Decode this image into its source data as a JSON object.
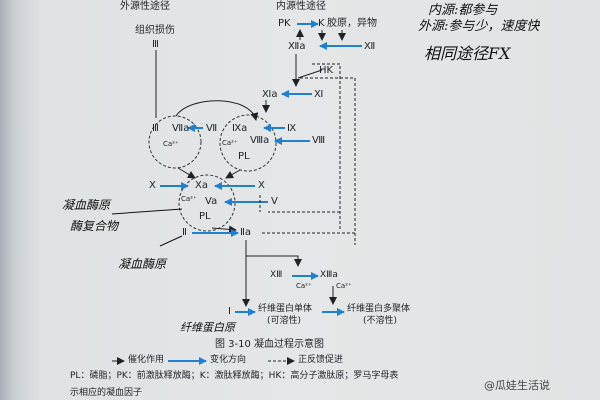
{
  "headings": {
    "extrinsic": "外源性途径",
    "intrinsic": "内源性途径",
    "tissue_damage": "组织损伤"
  },
  "factors": {
    "iii": "Ⅲ",
    "pk": "PK",
    "k": "K",
    "collagen": "胶原，异物",
    "xiia": "Ⅻa",
    "xii": "Ⅻ",
    "hk": "HK",
    "xia": "Ⅺa",
    "xi": "Ⅺ",
    "viia": "Ⅶa",
    "vii": "Ⅶ",
    "ixa": "Ⅸa",
    "ix": "Ⅸ",
    "viiia": "Ⅷa",
    "viii": "Ⅷ",
    "x_left": "X",
    "xa": "Xa",
    "x_right": "X",
    "va": "Va",
    "v": "V",
    "ii": "Ⅱ",
    "iia": "Ⅱa",
    "xiii": "ⅩⅢ",
    "xiiia": "ⅩⅢa",
    "i": "Ⅰ",
    "ca1": "Ca²⁺",
    "ca2": "Ca²⁺",
    "ca3": "Ca²⁺",
    "ca4": "Ca²⁺",
    "ca5": "Ca²⁺",
    "pl1": "PL",
    "pl2": "PL"
  },
  "products": {
    "fibrin_monomer": "纤维蛋白单体",
    "soluble": "(可溶性)",
    "fibrin_polymer": "纤维蛋白多聚体",
    "insoluble": "(不溶性)"
  },
  "caption": "图 3-10  凝血过程示意图",
  "legend": {
    "catalysis": "催化作用",
    "change": "变化方向",
    "feedback": "正反馈促进"
  },
  "abbreviations": "PL：磷脂；PK：前激肽释放酶；K：激肽释放酶；HK：高分子激肽原；罗马字母表",
  "bottom_cut": "示相应的凝血因子",
  "handwriting": {
    "note1": "内源:都参与",
    "note2": "外源:参与少，速度快",
    "note3": "相同途径FX",
    "prothrombinase": "凝血酶原",
    "complex": "酶复合物",
    "prothrombin": "凝血酶原",
    "fibrinogen": "纤维蛋白原"
  },
  "watermark": "@瓜娃生活说",
  "colors": {
    "arrow_blue": "#1f7fd0",
    "ink": "#1f2328",
    "paper": "#e3e5e6"
  }
}
